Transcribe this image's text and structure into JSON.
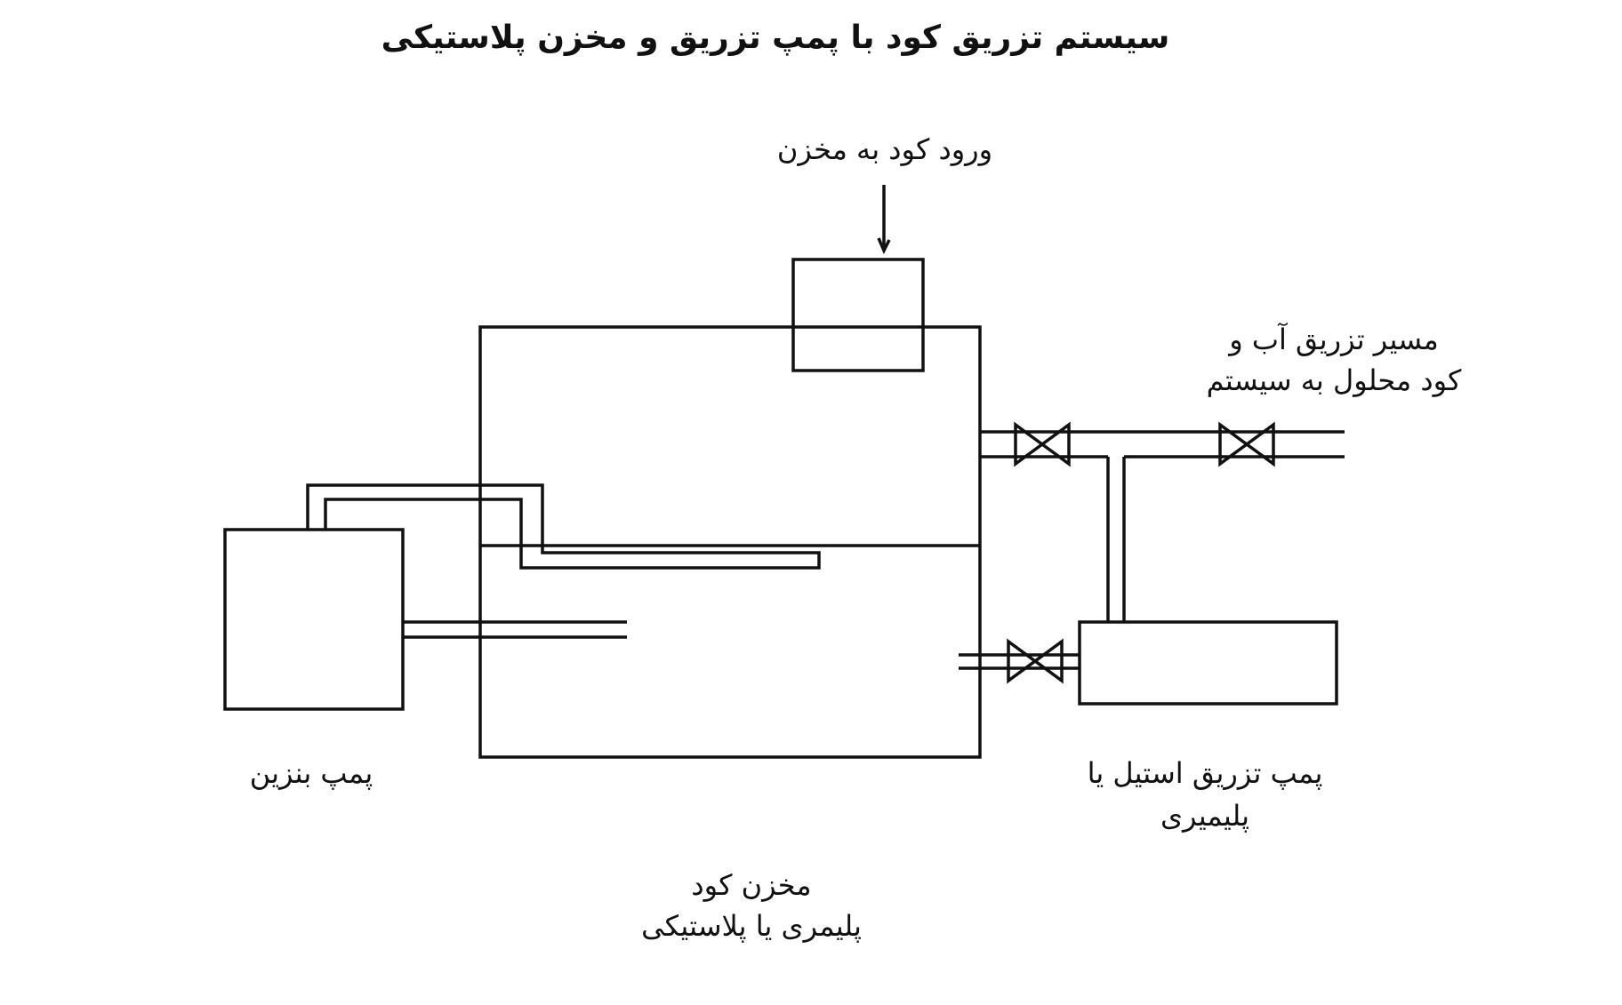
{
  "title": "سیستم تزریق کود با پمپ تزریق و مخزن پلاستیکی",
  "labels": {
    "fertilizer_inlet": "ورود کود به مخزن",
    "injection_path_line1": "مسیر تزریق آب و",
    "injection_path_line2": "کود محلول به سیستم",
    "fuel_pump": "پمپ بنزین",
    "injection_pump_line1": "پمپ تزریق استیل یا",
    "injection_pump_line2": "پلیمیری",
    "tank_line1": "مخزن کود",
    "tank_line2": "پلیمری یا پلاستیکی"
  },
  "colors": {
    "stroke": "#111111",
    "background": "#ffffff"
  }
}
